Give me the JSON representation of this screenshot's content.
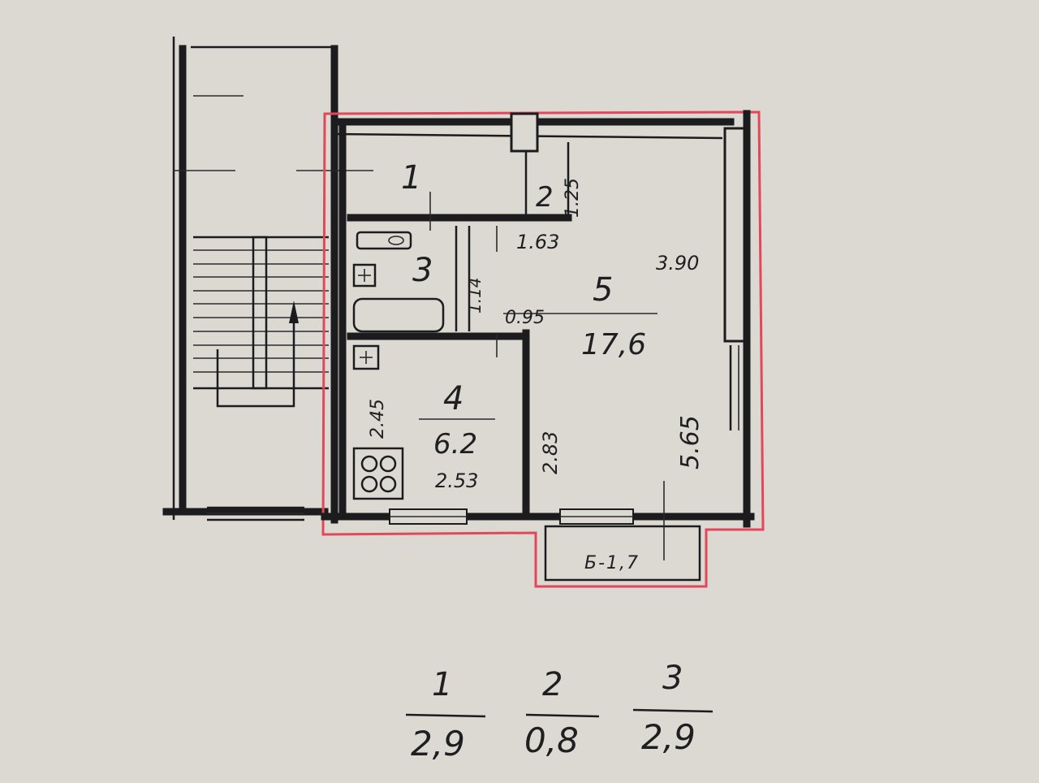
{
  "plan": {
    "rooms": [
      {
        "number": "1"
      },
      {
        "number": "2"
      },
      {
        "number": "3"
      },
      {
        "number": "4",
        "area": "6.2"
      },
      {
        "number": "5",
        "area": "17,6"
      }
    ],
    "dimensions": {
      "d_1_25": "1.25",
      "d_1_63": "1.63",
      "d_3_90": "3.90",
      "d_1_14": "1.14",
      "d_0_95": "0.95",
      "d_2_45": "2.45",
      "d_2_83": "2.83",
      "d_5_65": "5.65",
      "d_2_53": "2.53"
    },
    "balcony_label": "Б-1,7"
  },
  "legend": [
    {
      "number": "1",
      "area": "2,9"
    },
    {
      "number": "2",
      "area": "0,8"
    },
    {
      "number": "3",
      "area": "2,9"
    }
  ],
  "colors": {
    "paper": "#dcd9d3",
    "ink": "#1c1c1f",
    "boundary": "#e2475a"
  }
}
